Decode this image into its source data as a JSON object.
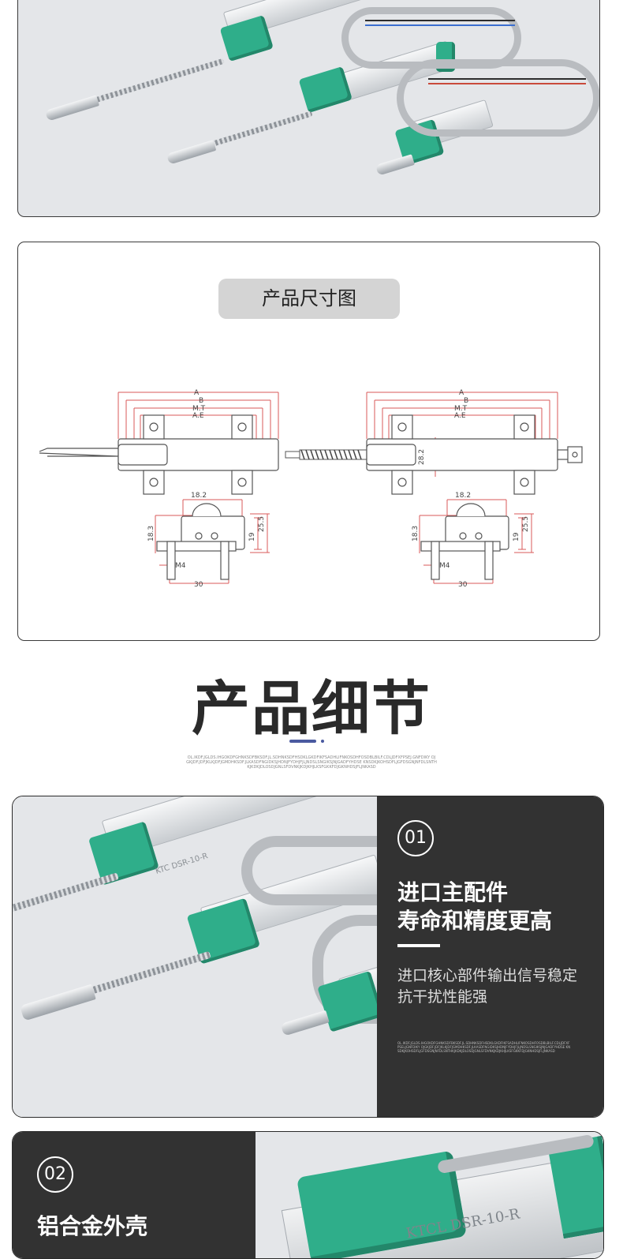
{
  "drawing": {
    "title": "产品尺寸图",
    "labels": {
      "a": "A",
      "b": "B",
      "mt": "M.T",
      "ae": "A.E",
      "w182": "18.2",
      "h183": "18.3",
      "h19": "19",
      "h255": "25.5",
      "m4": "M4",
      "w30": "30",
      "w282": "28.2"
    }
  },
  "section": {
    "title": "产品细节",
    "small_text": "OL.IKDF.JGLDS.IHGOKDFGHNKSDFBKSDF.JL.SDHNKSDFHSDKLGKDFIKFSADHLIFNKOSDHFOSDBLBILF.CDLJDFXFPSEJ.GNFDIKY OJGKJDF.JDFJKLKJDFJGMDHKSDF.JLKASDFNGIDKSJHDNJFYDHJFJLJNDSLSNGIKSJNJGADFYHDSE KNSDKJKOHSDFLJGFDSGNJNFDLSNTHKJKDKJDLOSDJGNLSFDVNKJKDJKHJLKSFGKKFDJGKNHDSJFLJNKASD"
  },
  "features": [
    {
      "number": "01",
      "title_line1": "进口主配件",
      "title_line2": "寿命和精度更高",
      "desc_line1": "进口核心部件输出信号稳定",
      "desc_line2": "抗干扰性能强",
      "small_text": "OL.IKDF.JGLDS.IHGOKDFGHNKSDFBKSDF.JL.SDHNKSDFHSDKLGKDFIKFSADHLIFNKOSDHFOSDBLBILF.CDLJDFXFPSELJGNFDIKY OJGKJDF.JDFJKLKJDFJGMDHKSDF.JLKASDFNGIDKSJHDNJFYDHJFJLJNDSLSNGIKSJNJGADFYHDSE KNSDKJKOHSDFLJGFDSGNJNFDLSNTHKJKDKJDLOSDJGNLSFDVNKJKDJKHJLKSFGKKFDJGKNHDSJFLJNKASD",
      "photo_label": "KTC DSR-10-R"
    },
    {
      "number": "02",
      "title_line1": "铝合金外壳",
      "photo_label": "KTCL DSR-10-R"
    }
  ],
  "colors": {
    "accent_green": "#2fae8a",
    "dark_panel": "#323232",
    "dash_blue": "#4a5aa0",
    "drawing_red": "#d85a5a"
  }
}
